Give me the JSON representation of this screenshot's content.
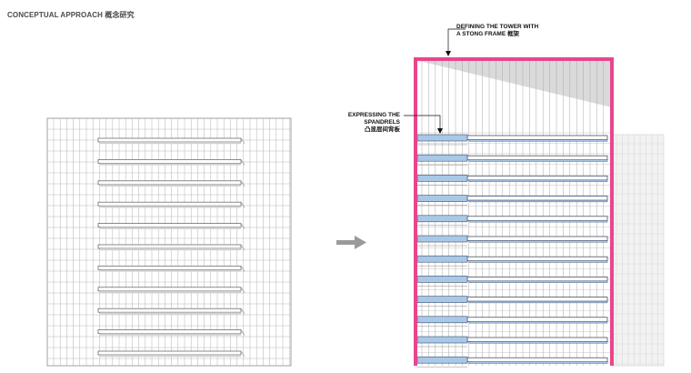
{
  "header": {
    "title": "CONCEPTUAL APPROACH 概念研究"
  },
  "annotations": {
    "frame_line1": "DEFINING THE TOWER WITH",
    "frame_line2": "A STONG FRAME  框架",
    "spandrel_line1": "EXPRESSING THE",
    "spandrel_line2": "SPANDRELS",
    "spandrel_line3": "凸显层间背板"
  },
  "colors": {
    "frame": "#e8468c",
    "spandrel": "#a9c8e8",
    "spandrel_edge": "#3d4f6a",
    "grid": "#9a9a9a",
    "arrow": "#9a9a9a",
    "shade": "#d4d4d4"
  },
  "diagram": {
    "left_tower_floors": 11,
    "right_tower_floors": 12,
    "transition_icon": "right-arrow-icon"
  }
}
